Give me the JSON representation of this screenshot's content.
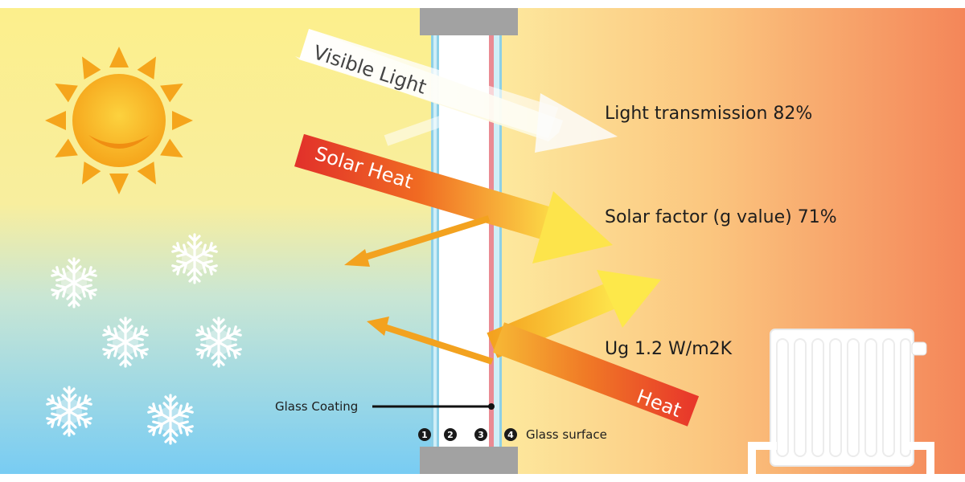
{
  "arrows": {
    "visible_light": "Visible Light",
    "solar_heat": "Solar Heat",
    "heat": "Heat"
  },
  "values": {
    "light_transmission": "Light transmission 82%",
    "solar_factor": "Solar factor (g value) 71%",
    "ug": "Ug 1.2 W/m2K"
  },
  "labels": {
    "glass_coating": "Glass Coating",
    "glass_surface": "Glass surface"
  },
  "surfaces": [
    "1",
    "2",
    "3",
    "4"
  ],
  "icons": {
    "sun": "sun-icon",
    "snowflake": "snowflake-icon",
    "radiator": "radiator-icon"
  },
  "colors": {
    "cold_top": "#fbee8a",
    "cold_bottom": "#7ccdf2",
    "warm_left": "#fde9a0",
    "warm_right": "#f4855c",
    "sun": "#f7a71b",
    "solar_heat": "#e9432a",
    "heat_arrow": "#f3a21a",
    "coating": "#e88a92",
    "pane_edge": "#8fd0e6",
    "frame": "#a3a3a3"
  }
}
